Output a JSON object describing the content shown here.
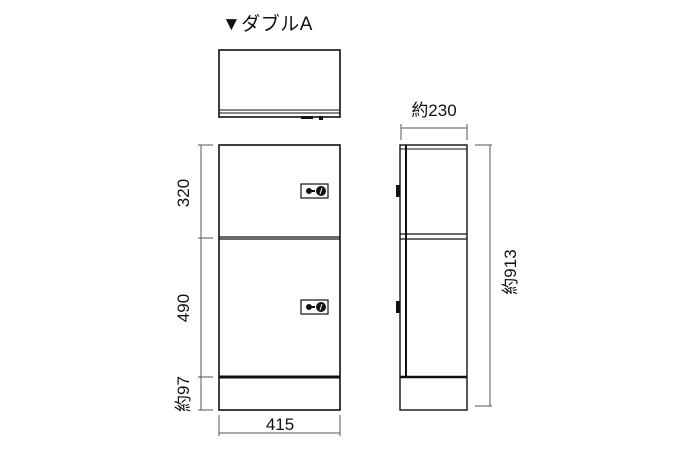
{
  "title": "▼ダブルA",
  "views": {
    "top": {
      "label": "top-view"
    },
    "front": {
      "label": "front-view",
      "dimensions": {
        "upper_height": "320",
        "lower_height": "490",
        "base_height": "約97",
        "width": "415"
      }
    },
    "side": {
      "label": "side-view",
      "dimensions": {
        "depth": "約230",
        "total_height": "約913"
      }
    }
  },
  "colors": {
    "line": "#111111",
    "dim_line": "#555555",
    "background": "#ffffff"
  }
}
